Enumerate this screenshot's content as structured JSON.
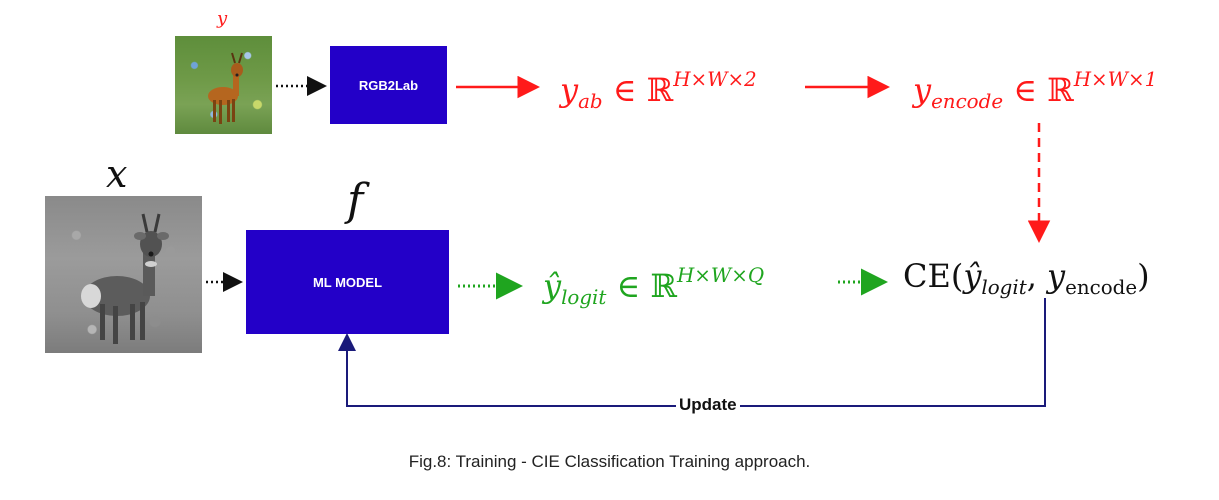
{
  "labels": {
    "y": "y",
    "x": "x",
    "f": "f"
  },
  "boxes": {
    "rgb2lab": "RGB2Lab",
    "ml_model": "ML MODEL"
  },
  "math": {
    "y_ab": {
      "base": "y",
      "sub": "ab",
      "rel": " ∈ ℝ",
      "sup": "H×W×2"
    },
    "y_encode": {
      "base": "y",
      "sub": "encode",
      "rel": " ∈ ℝ",
      "sup": "H×W×1"
    },
    "y_hat_logit": {
      "base": "ŷ",
      "sub": "logit",
      "rel": " ∈ ℝ",
      "sup": "H×W×Q"
    },
    "ce": {
      "prefix": "CE(",
      "a_base": "ŷ",
      "a_sub": "logit",
      "sep": ", ",
      "b_base": "y",
      "b_sub": "encode",
      "suffix": ")"
    }
  },
  "update_label": "Update",
  "caption": "Fig.8: Training - CIE Classification Training approach.",
  "colors": {
    "box": "#2300c8",
    "red": "#ff1a1a",
    "green": "#1fa51f",
    "navy": "#1a1a7a"
  }
}
